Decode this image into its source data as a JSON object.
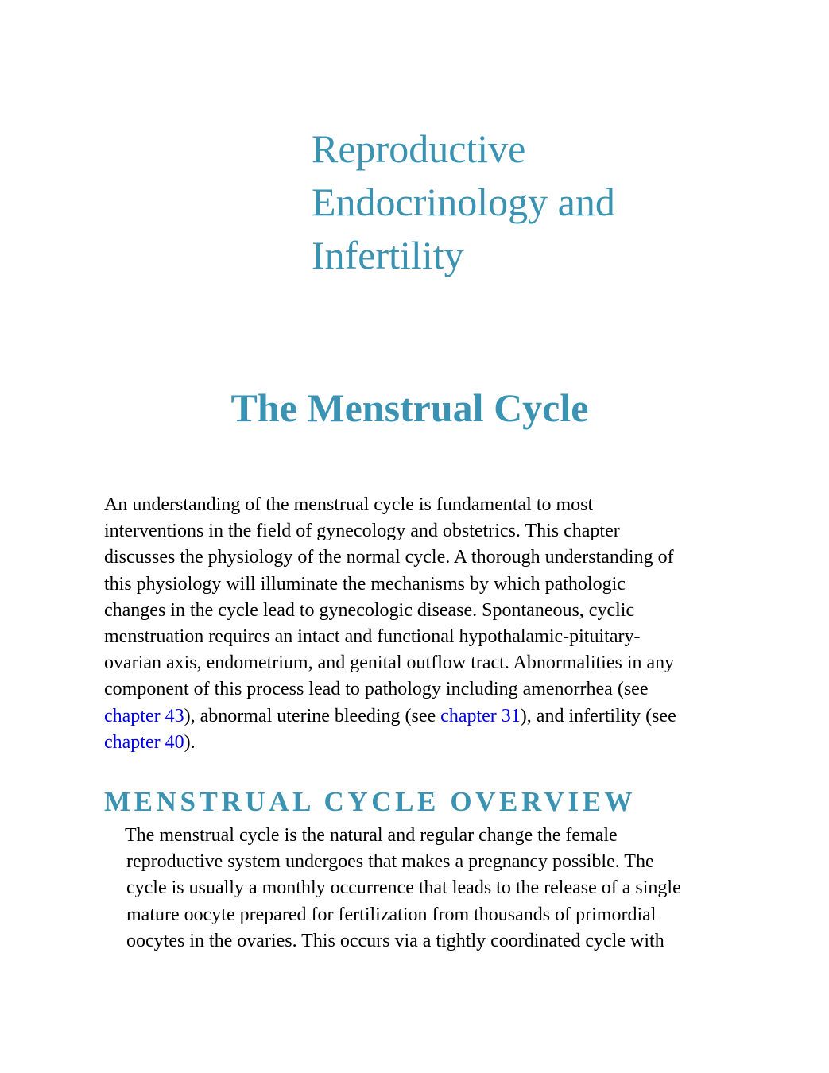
{
  "part_title": {
    "lines": [
      "Reproductive",
      "Endocrinology and",
      "Infertility"
    ]
  },
  "chapter_title": "The Menstrual Cycle",
  "intro": {
    "lines": [
      "An understanding of the menstrual cycle is fundamental to most",
      "interventions in the field of gynecology and obstetrics. This chapter",
      "discusses the physiology of the normal cycle. A thorough understanding of",
      "this physiology will illuminate the mechanisms by which pathologic",
      "changes in the cycle lead to gynecologic disease. Spontaneous, cyclic",
      "menstruation requires an intact and functional hypothalamic-pituitary-",
      "ovarian axis, endometrium, and genital outflow tract. Abnormalities in any",
      "component of this process lead to pathology including amenorrhea (see"
    ],
    "line9": {
      "link1": "chapter 43",
      "text1": "), abnormal uterine bleeding (see ",
      "link2": "chapter 31",
      "text2": "), and infertility (see"
    },
    "line10": {
      "link3": "chapter 40",
      "text3": ")."
    }
  },
  "section_heading": "MENSTRUAL CYCLE OVERVIEW",
  "overview": {
    "lines": [
      "The menstrual cycle is the natural and regular change the female",
      "reproductive system undergoes that makes a pregnancy possible. The",
      "cycle is usually a monthly occurrence that leads to the release of a single",
      "mature oocyte prepared for fertilization from thousands of primordial",
      "oocytes in the ovaries. This occurs via a tightly coordinated cycle with"
    ]
  },
  "colors": {
    "heading": "#3a93b2",
    "link": "#0000ee",
    "body_text": "#000000"
  }
}
